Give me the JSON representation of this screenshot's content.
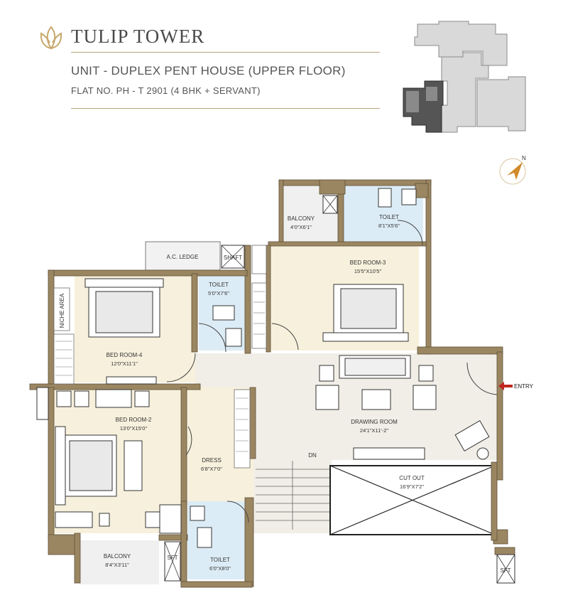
{
  "header": {
    "brand": "TULIP TOWER",
    "title": "UNIT - DUPLEX PENT HOUSE (UPPER FLOOR)",
    "subtitle": "FLAT NO. PH - T 2901 (4 BHK + SERVANT)"
  },
  "compass": {
    "north_label": "N"
  },
  "rooms": {
    "balcony_top": {
      "name": "BALCONY",
      "dim": "4'0\"X6'1\""
    },
    "toilet_top": {
      "name": "TOILET",
      "dim": "8'1\"X5'6\""
    },
    "ac_ledge": {
      "name": "A.C. LEDGE"
    },
    "shaft_top": {
      "name": "SHAFT"
    },
    "bedroom3": {
      "name": "BED ROOM-3",
      "dim": "15'5\"X10'5\""
    },
    "toilet_mid": {
      "name": "TOILET",
      "dim": "5'0\"X7'6\""
    },
    "niche": {
      "name": "NICHE AREA"
    },
    "bedroom4": {
      "name": "BED ROOM-4",
      "dim": "12'0\"X11'1\""
    },
    "bedroom2": {
      "name": "BED ROOM-2",
      "dim": "13'0\"X15'0\""
    },
    "dress": {
      "name": "DRESS",
      "dim": "6'8\"X7'0\""
    },
    "drawing": {
      "name": "DRAWING ROOM",
      "dim": "24'1\"X11'-2\""
    },
    "dn": {
      "name": "DN"
    },
    "cutout": {
      "name": "CUT OUT",
      "dim": "16'9\"X7'2\""
    },
    "balcony_bottom": {
      "name": "BALCONY",
      "dim": "8'4\"X3'11\""
    },
    "shaft_bottom": {
      "name": "SFT"
    },
    "toilet_bottom": {
      "name": "TOILET",
      "dim": "6'0\"X8'0\""
    },
    "shaft_right": {
      "name": "SFT"
    }
  },
  "entry": {
    "label": "ENTRY"
  },
  "colors": {
    "wall": "#9b8662",
    "floor": "#f7f0dc",
    "tile": "#dcecf6",
    "accent": "#b7a479",
    "entry_arrow": "#c0271f",
    "keymap_light": "#d9d9d9",
    "keymap_dark": "#555555"
  }
}
